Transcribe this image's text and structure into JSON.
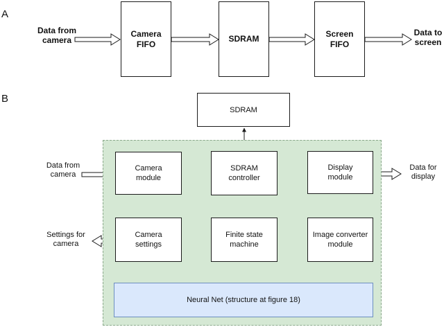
{
  "panel_a": {
    "label": "A",
    "input_label": "Data from\ncamera",
    "output_label": "Data to\nscreen",
    "blocks": [
      "Camera\nFIFO",
      "SDRAM",
      "Screen\nFIFO"
    ]
  },
  "panel_b": {
    "label": "B",
    "sdram": "SDRAM",
    "camera_module": "Camera\nmodule",
    "sdram_controller": "SDRAM\ncontroller",
    "display_module": "Display\nmodule",
    "camera_settings": "Camera\nsettings",
    "fsm": "Finite state\nmachine",
    "image_converter": "Image converter\nmodule",
    "neural_net": "Neural Net (structure at figure 18)",
    "input_label": "Data from\ncamera",
    "output_label": "Data for\ndisplay",
    "settings_label": "Settings for\ncamera"
  },
  "colors": {
    "region_fill": "#d5e8d4",
    "region_border": "#8aa88a",
    "neural_net_fill": "#dae8fc",
    "neural_net_border": "#6c8ebf"
  }
}
